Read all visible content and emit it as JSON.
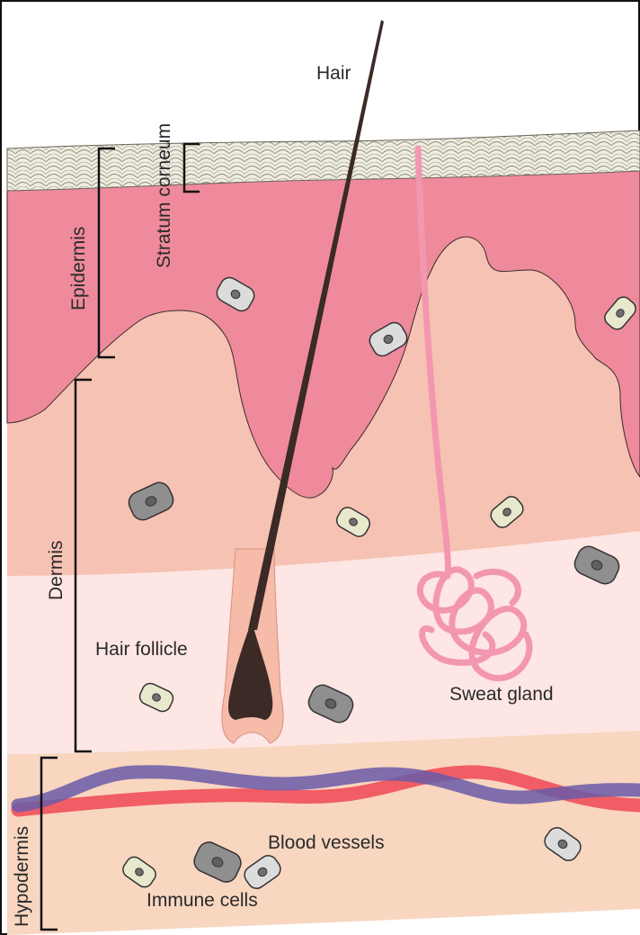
{
  "labels": {
    "hair": "Hair",
    "stratum_corneum": "Stratum corneum",
    "epidermis": "Epidermis",
    "dermis": "Dermis",
    "hypodermis": "Hypodermis",
    "hair_follicle": "Hair follicle",
    "sweat_gland": "Sweat gland",
    "blood_vessels": "Blood vessels",
    "immune_cells": "Immune cells"
  },
  "colors": {
    "stratum_corneum": "#efece0",
    "epidermis": "#ee8a9c",
    "upper_dermis": "#f6c2b3",
    "lower_dermis": "#fde6e4",
    "hypodermis": "#f8d6c0",
    "artery": "#f0505a",
    "vein": "#6a5aa8",
    "hair": "#3b2a26",
    "sweat_gland": "#f397b0",
    "cell_gray": "#8f8f8f",
    "cell_light": "#dcdcdc",
    "cell_cream": "#e8e8cc"
  },
  "icons": [
    "hair-icon",
    "sweat-gland-icon",
    "cell-icon",
    "blood-vessel-icon"
  ]
}
